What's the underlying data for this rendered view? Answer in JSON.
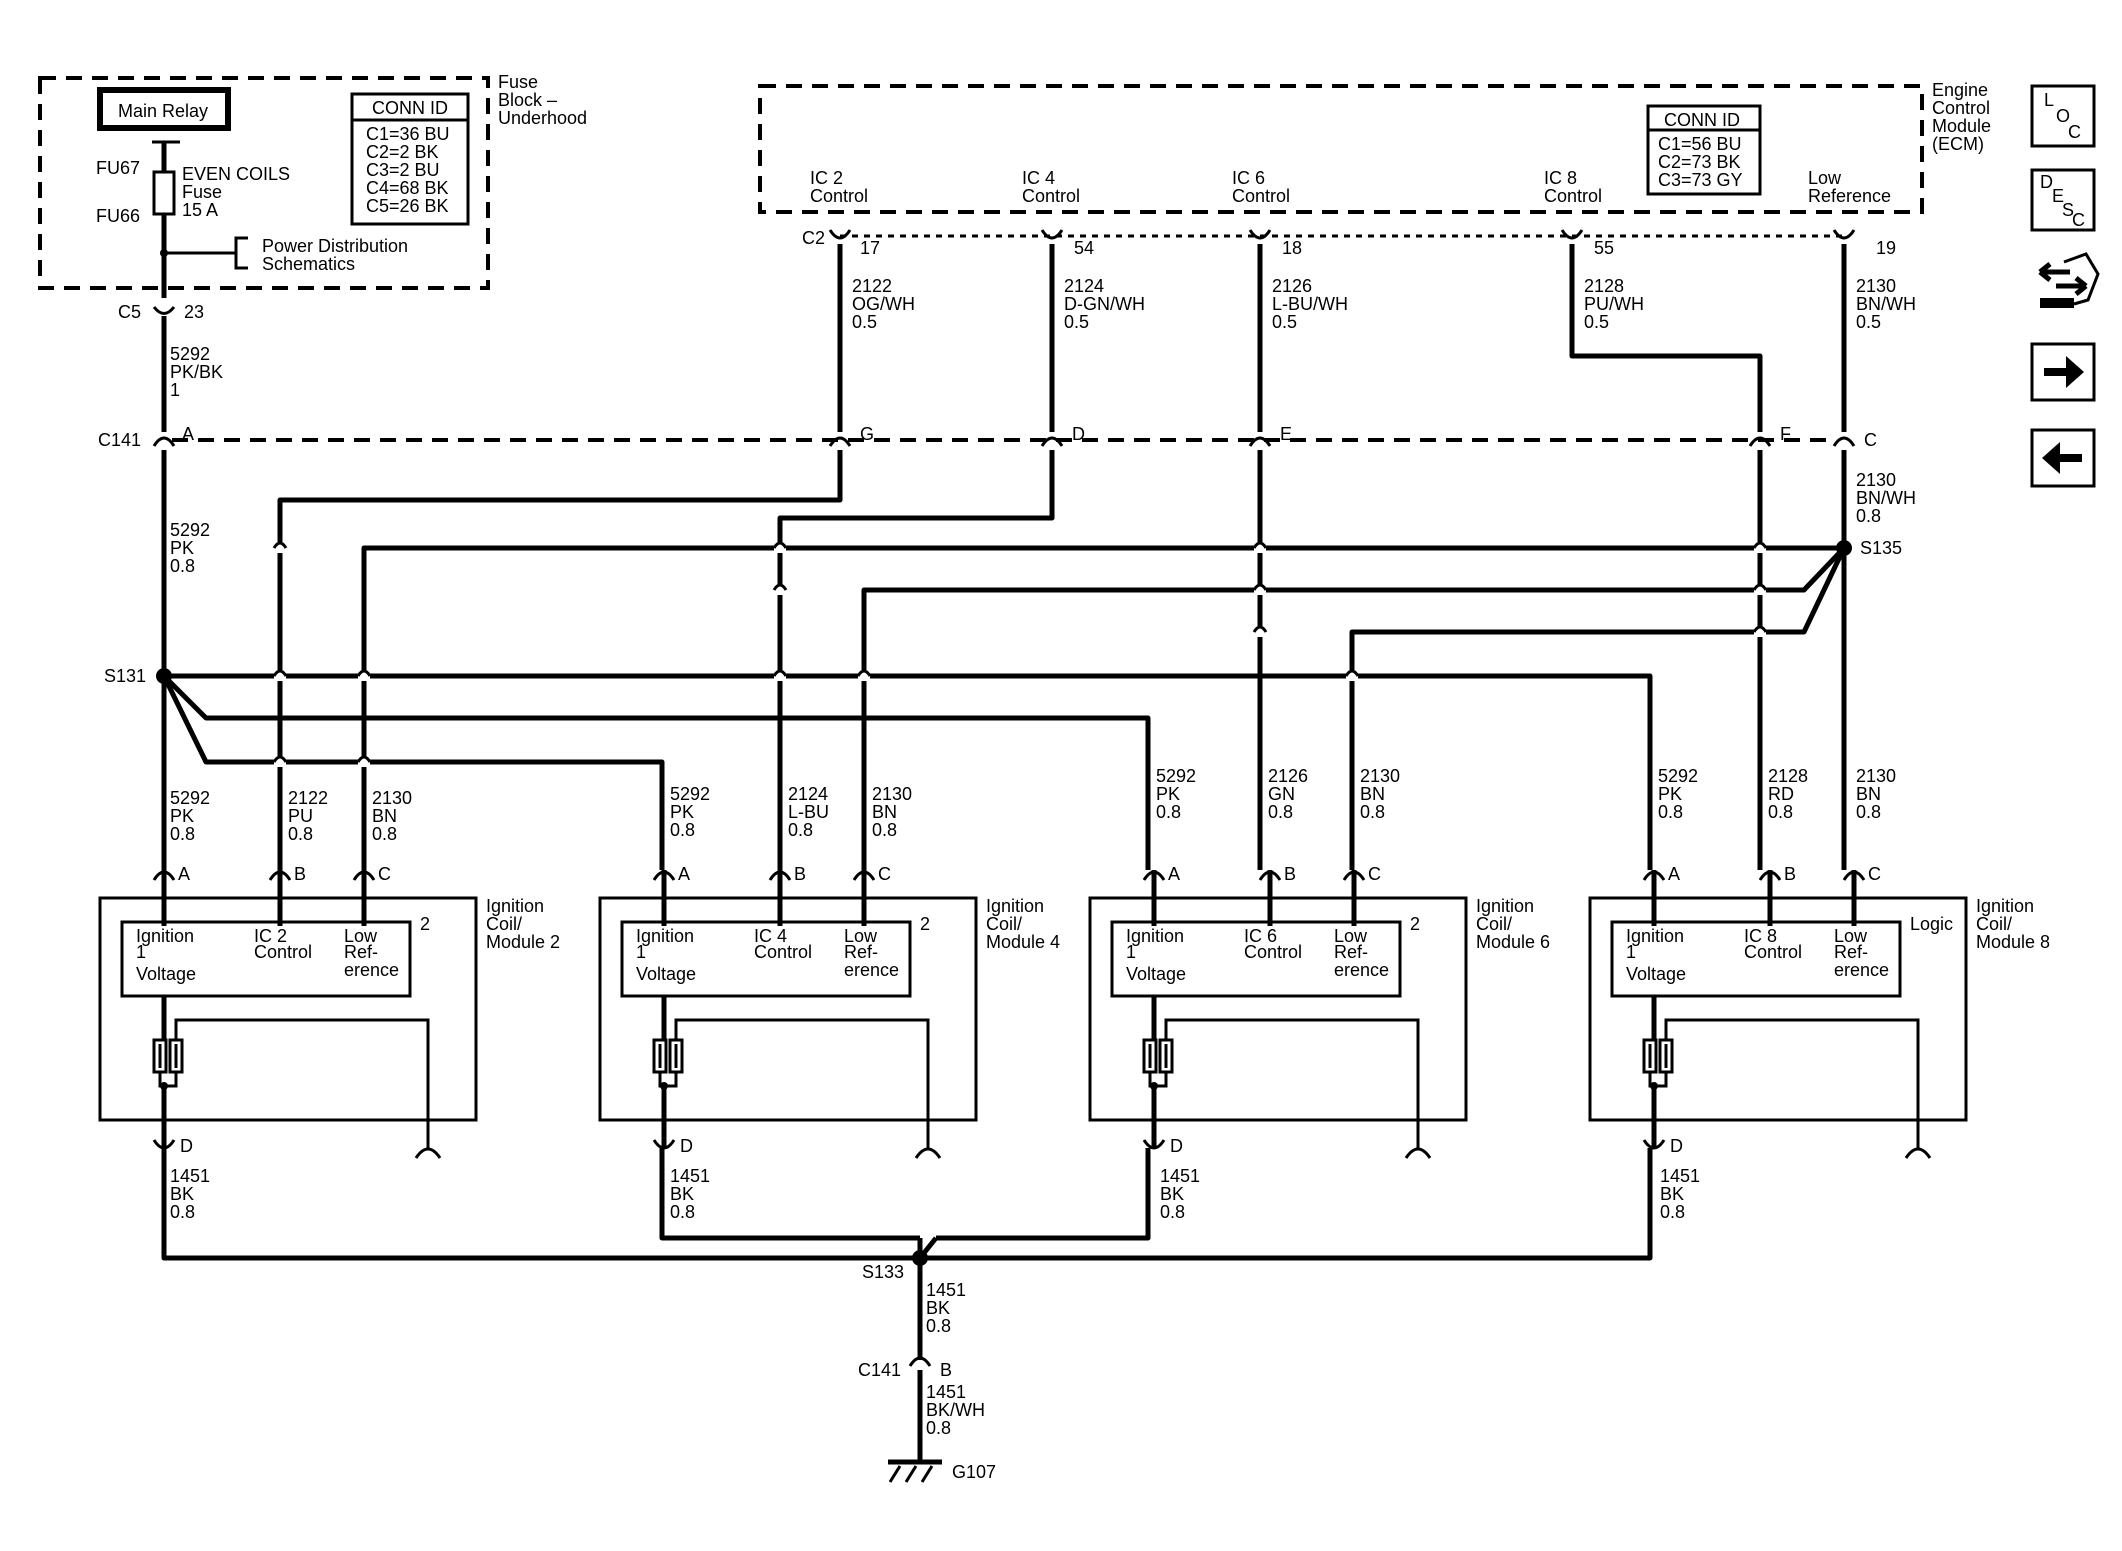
{
  "fuse_block": {
    "label": [
      "Fuse",
      "Block –",
      "Underhood"
    ],
    "main_relay": "Main Relay",
    "conn_id_title": "CONN ID",
    "conn_ids": [
      "C1=36 BU",
      "C2=2 BK",
      "C3=2 BU",
      "C4=68 BK",
      "C5=26 BK"
    ],
    "fu67": "FU67",
    "fu66": "FU66",
    "fuse_name": [
      "EVEN COILS",
      "Fuse",
      "15 A"
    ],
    "power_distribution": [
      "Power Distribution",
      "Schematics"
    ],
    "c5": "C5",
    "c5_pin": "23"
  },
  "ecm": {
    "label": [
      "Engine",
      "Control",
      "Module",
      "(ECM)"
    ],
    "conn_id_title": "CONN ID",
    "conn_ids": [
      "C1=56 BU",
      "C2=73 BK",
      "C3=73 GY"
    ],
    "c2": "C2",
    "pins": [
      {
        "name": [
          "IC 2",
          "Control"
        ],
        "pin": "17"
      },
      {
        "name": [
          "IC 4",
          "Control"
        ],
        "pin": "54"
      },
      {
        "name": [
          "IC 6",
          "Control"
        ],
        "pin": "18"
      },
      {
        "name": [
          "IC 8",
          "Control"
        ],
        "pin": "55"
      },
      {
        "name": [
          "Low",
          "Reference"
        ],
        "pin": "19"
      }
    ]
  },
  "wires_top": [
    [
      "5292",
      "PK/BK",
      "1"
    ],
    [
      "2122",
      "OG/WH",
      "0.5"
    ],
    [
      "2124",
      "D-GN/WH",
      "0.5"
    ],
    [
      "2126",
      "L-BU/WH",
      "0.5"
    ],
    [
      "2128",
      "PU/WH",
      "0.5"
    ],
    [
      "2130",
      "BN/WH",
      "0.5"
    ]
  ],
  "c141": {
    "label": "C141",
    "pins": [
      "A",
      "G",
      "D",
      "E",
      "F",
      "C"
    ],
    "lower_label": "C141",
    "lower_pin": "B"
  },
  "wire_below_c141_a": [
    "5292",
    "PK",
    "0.8"
  ],
  "wire_below_c141_c": [
    "2130",
    "BN/WH",
    "0.8"
  ],
  "splices": {
    "s131": "S131",
    "s135": "S135",
    "s133": "S133"
  },
  "coil_wires": [
    [
      [
        "5292",
        "PK",
        "0.8"
      ],
      [
        "2122",
        "PU",
        "0.8"
      ],
      [
        "2130",
        "BN",
        "0.8"
      ]
    ],
    [
      [
        "5292",
        "PK",
        "0.8"
      ],
      [
        "2124",
        "L-BU",
        "0.8"
      ],
      [
        "2130",
        "BN",
        "0.8"
      ]
    ],
    [
      [
        "5292",
        "PK",
        "0.8"
      ],
      [
        "2126",
        "GN",
        "0.8"
      ],
      [
        "2130",
        "BN",
        "0.8"
      ]
    ],
    [
      [
        "5292",
        "PK",
        "0.8"
      ],
      [
        "2128",
        "RD",
        "0.8"
      ],
      [
        "2130",
        "BN",
        "0.8"
      ]
    ]
  ],
  "coil_pins": [
    "A",
    "B",
    "C",
    "D"
  ],
  "coils": [
    {
      "label": [
        "Ignition",
        "Coil/",
        "Module 2"
      ],
      "ic": [
        "IC 2",
        "Control"
      ],
      "tag": "2"
    },
    {
      "label": [
        "Ignition",
        "Coil/",
        "Module 4"
      ],
      "ic": [
        "IC 4",
        "Control"
      ],
      "tag": "2"
    },
    {
      "label": [
        "Ignition",
        "Coil/",
        "Module 6"
      ],
      "ic": [
        "IC 6",
        "Control"
      ],
      "tag": "2"
    },
    {
      "label": [
        "Ignition",
        "Coil/",
        "Module 8"
      ],
      "ic": [
        "IC 8",
        "Control"
      ],
      "tag": "Logic"
    }
  ],
  "coil_common": {
    "ign": [
      "Ignition",
      "1",
      "Voltage"
    ],
    "lowref": [
      "Low",
      "Ref-",
      "erence"
    ]
  },
  "ground_wire": [
    "1451",
    "BK",
    "0.8"
  ],
  "s133_out": [
    "1451",
    "BK",
    "0.8"
  ],
  "ground_lower": [
    "1451",
    "BK/WH",
    "0.8"
  ],
  "ground": "G107",
  "nav": [
    {
      "name": "loc-button",
      "icon": "LOC"
    },
    {
      "name": "desc-button",
      "icon": "DESC"
    },
    {
      "name": "component-view-button",
      "icon": "connector-arrows-icon"
    },
    {
      "name": "next-button",
      "icon": "arrow-right-icon"
    },
    {
      "name": "back-button",
      "icon": "arrow-left-icon"
    }
  ]
}
